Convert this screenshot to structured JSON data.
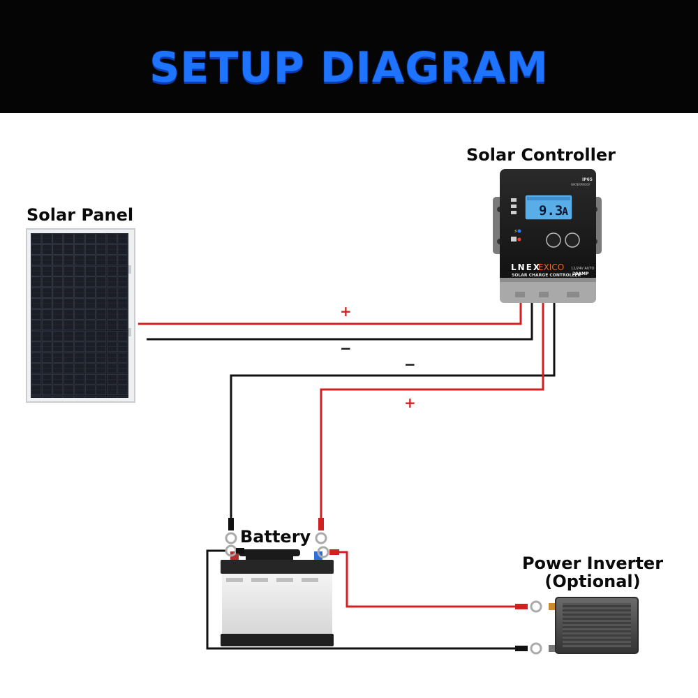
{
  "header": {
    "title": "SETUP DIAGRAM"
  },
  "labels": {
    "solar_panel": "Solar Panel",
    "solar_controller": "Solar Controller",
    "battery": "Battery",
    "inverter_line1": "Power Inverter",
    "inverter_line2": "(Optional)"
  },
  "wire_signs": {
    "panel_positive": "+",
    "panel_negative": "−",
    "battery_negative": "−",
    "battery_positive": "+"
  },
  "controller": {
    "display_value": "9.3",
    "display_unit": "A",
    "brand_left": "LNEX",
    "brand_right": "EXICO",
    "product_line": "SOLAR CHARGE CONTROLLER",
    "voltage": "12/24V AUTO",
    "rating": "20AMP",
    "ip_rating": "IP65",
    "waterproof": "WATERPROOF"
  },
  "colors": {
    "header_bg": "#050505",
    "title_blue": "#1e74ff",
    "positive_wire": "#d21f1f",
    "negative_wire": "#111111"
  }
}
